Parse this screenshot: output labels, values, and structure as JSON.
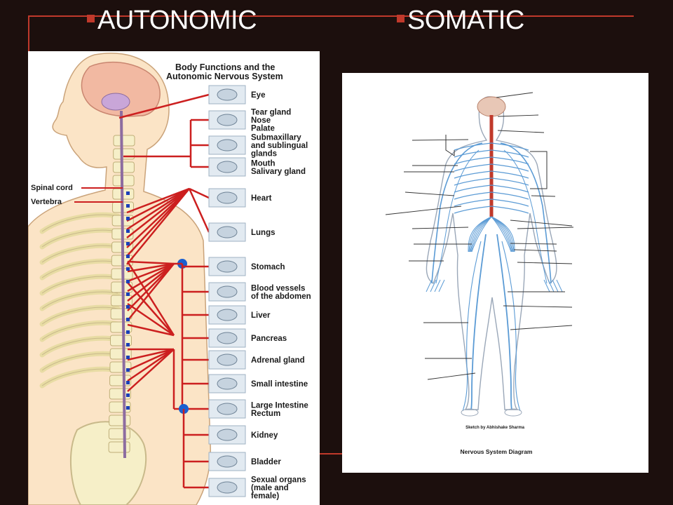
{
  "slide": {
    "heading_left": "AUTONOMIC",
    "heading_right": "SOMATIC",
    "accent_color": "#c0392b"
  },
  "autonomic_diagram": {
    "title_line1": "Body Functions and the",
    "title_line2": "Autonomic Nervous System",
    "left_labels": [
      "Spinal cord",
      "Vertebra"
    ],
    "organs": [
      [
        "Eye"
      ],
      [
        "Tear gland",
        "Nose",
        "Palate"
      ],
      [
        "Submaxillary",
        "and sublingual",
        "glands"
      ],
      [
        "Mouth",
        "Salivary gland"
      ],
      [
        "Heart"
      ],
      [
        "Lungs"
      ],
      [
        "Stomach"
      ],
      [
        "Blood vessels",
        "of the abdomen"
      ],
      [
        "Liver"
      ],
      [
        "Pancreas"
      ],
      [
        "Adrenal gland"
      ],
      [
        "Small intestine"
      ],
      [
        "Large Intestine",
        "Rectum"
      ],
      [
        "Kidney"
      ],
      [
        "Bladder"
      ],
      [
        "Sexual organs",
        "(male and",
        "female)"
      ]
    ]
  },
  "somatic_diagram": {
    "credit": "Sketch by Abhishake Sharma",
    "caption": "Nervous System Diagram"
  }
}
